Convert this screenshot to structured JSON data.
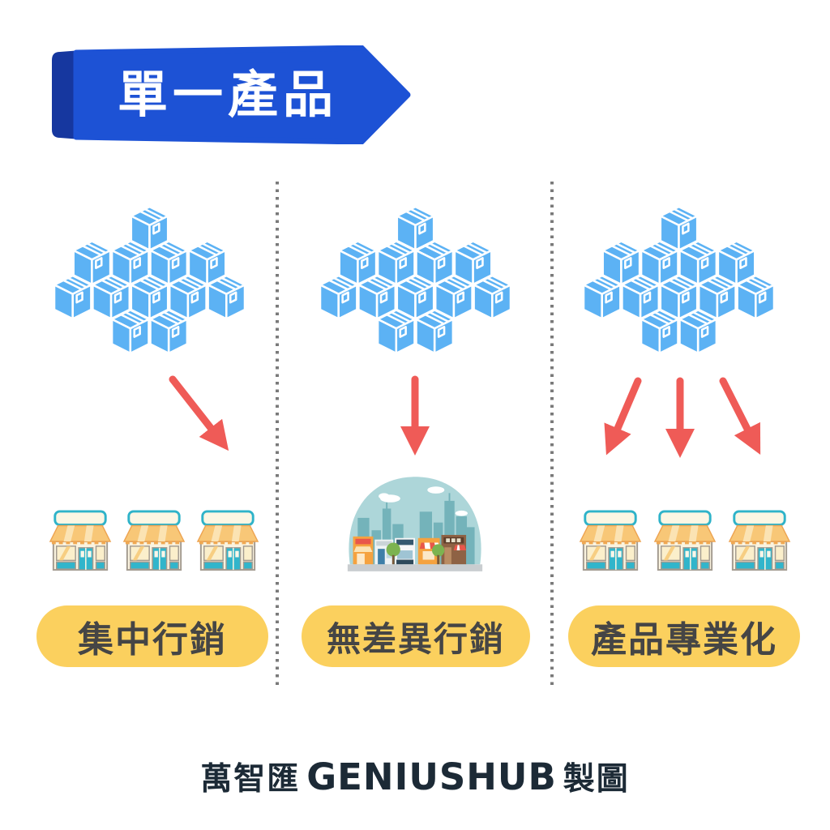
{
  "header": {
    "title": "單一產品"
  },
  "columns": [
    {
      "key": "concentrated-marketing",
      "label": "集中行銷",
      "top_icon": "product-boxes-icon",
      "arrow_style": "single-diagonal-arrow",
      "bottom_icon": "three-storefronts-icon"
    },
    {
      "key": "undifferentiated-marketing",
      "label": "無差異行銷",
      "top_icon": "product-boxes-icon",
      "arrow_style": "single-straight-arrow",
      "bottom_icon": "city-market-icon"
    },
    {
      "key": "product-specialization",
      "label": "產品專業化",
      "top_icon": "product-boxes-icon",
      "arrow_style": "triple-fan-arrows",
      "bottom_icon": "three-storefronts-icon"
    }
  ],
  "footer": {
    "brand_cjk": "萬智匯",
    "brand_latin": "GENIUSHUB",
    "suffix": "製圖"
  },
  "colors": {
    "banner_blue": "#1d52d5",
    "banner_dark_blue": "#16379f",
    "box_blue": "#5cb2f4",
    "arrow_red": "#ef5b57",
    "pill_yellow": "#fbd05e",
    "pill_text": "#454545",
    "footer_text": "#1c2a36",
    "divider_gray": "#7a7a7a"
  }
}
